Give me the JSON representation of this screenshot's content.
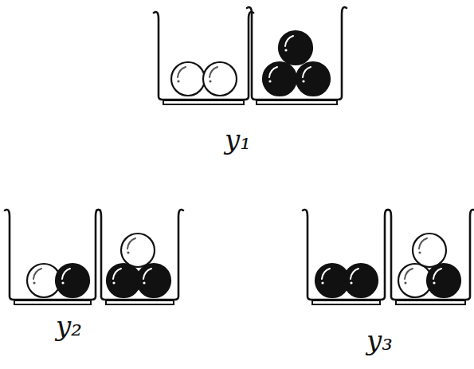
{
  "diagram": {
    "labels": [
      "y₁",
      "y₂",
      "y₃"
    ]
  }
}
